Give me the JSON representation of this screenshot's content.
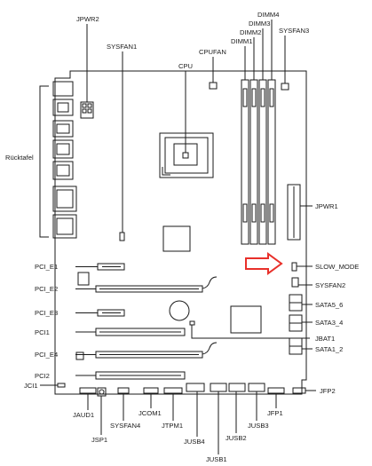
{
  "labels": {
    "jpwr2": "JPWR2",
    "sysfan1": "SYSFAN1",
    "cpufan": "CPUFAN",
    "cpu": "CPU",
    "dimm4": "DIMM4",
    "dimm3": "DIMM3",
    "dimm2": "DIMM2",
    "dimm1": "DIMM1",
    "sysfan3": "SYSFAN3",
    "ruecktafel": "Rücktafel",
    "jpwr1": "JPWR1",
    "pci_e1": "PCI_E1",
    "slow_mode": "SLOW_MODE",
    "pci_e2": "PCI_E2",
    "sysfan2": "SYSFAN2",
    "pci_e3": "PCI_E3",
    "sata5_6": "SATA5_6",
    "sata3_4": "SATA3_4",
    "pci1": "PCI1",
    "jbat1": "JBAT1",
    "sata1_2": "SATA1_2",
    "pci_e4": "PCI_E4",
    "pci2": "PCI2",
    "jci1": "JCI1",
    "jfp2": "JFP2",
    "jaud1": "JAUD1",
    "jcom1": "JCOM1",
    "jtpm1": "JTPM1",
    "jusb4": "JUSB4",
    "jusb2": "JUSB2",
    "jusb3": "JUSB3",
    "jfp1": "JFP1",
    "jsp1": "JSP1",
    "sysfan4": "SYSFAN4",
    "jusb1": "JUSB1"
  },
  "colors": {
    "line": "#1a1a1a",
    "highlight_arrow": "#e8302a"
  }
}
